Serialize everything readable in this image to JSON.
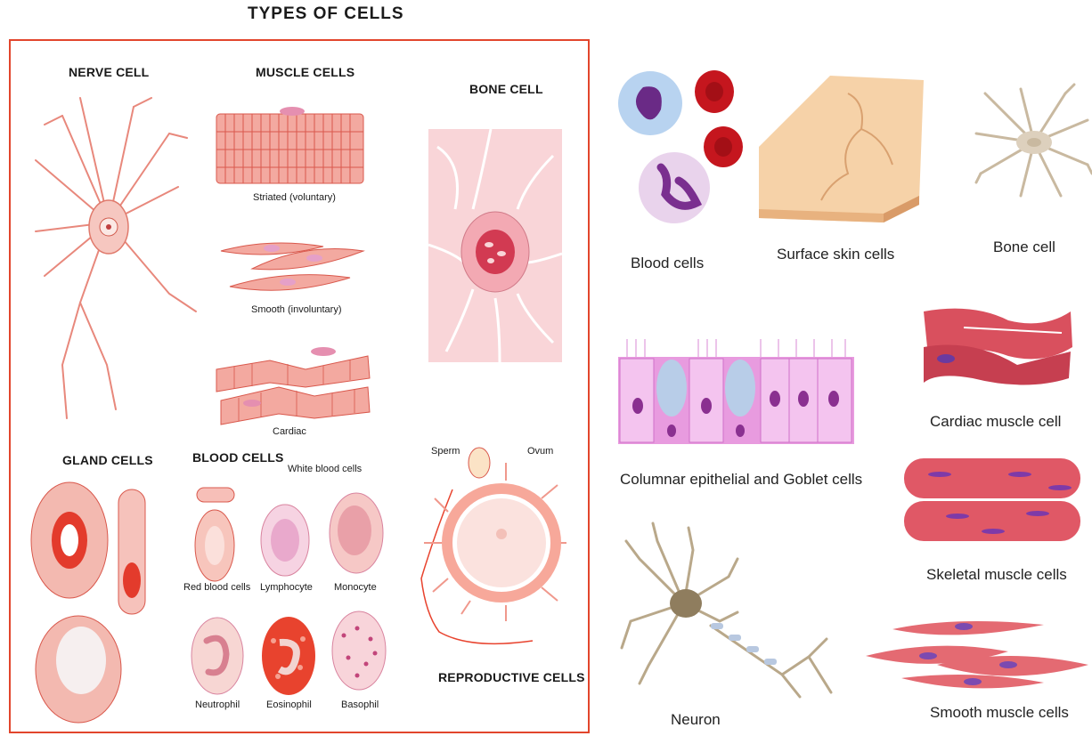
{
  "title": "TYPES OF CELLS",
  "left_panel": {
    "nerve_cell": "NERVE CELL",
    "muscle_cells": "MUSCLE CELLS",
    "bone_cell": "BONE CELL",
    "striated": "Striated (voluntary)",
    "smooth": "Smooth (involuntary)",
    "cardiac": "Cardiac",
    "gland_cells": "GLAND CELLS",
    "blood_cells": "BLOOD CELLS",
    "white_blood_cells": "White blood cells",
    "red_blood_cells": "Red blood cells",
    "lymphocyte": "Lymphocyte",
    "monocyte": "Monocyte",
    "neutrophil": "Neutrophil",
    "eosinophil": "Eosinophil",
    "basophil": "Basophil",
    "sperm": "Sperm",
    "ovum": "Ovum",
    "reproductive_cells": "REPRODUCTIVE CELLS"
  },
  "right_panel": {
    "blood_cells": "Blood cells",
    "surface_skin_cells": "Surface skin cells",
    "bone_cell": "Bone cell",
    "columnar": "Columnar epithelial and Goblet cells",
    "cardiac_muscle_cell": "Cardiac muscle cell",
    "skeletal_muscle_cells": "Skeletal muscle cells",
    "neuron": "Neuron",
    "smooth_muscle_cells": "Smooth muscle cells"
  },
  "colors": {
    "frame": "#e2452c",
    "cell_pink": "#f4b6b6",
    "cell_red": "#d8322f",
    "nucleus_purple": "#7a2f8f",
    "skin_tan": "#f3cfa0"
  }
}
